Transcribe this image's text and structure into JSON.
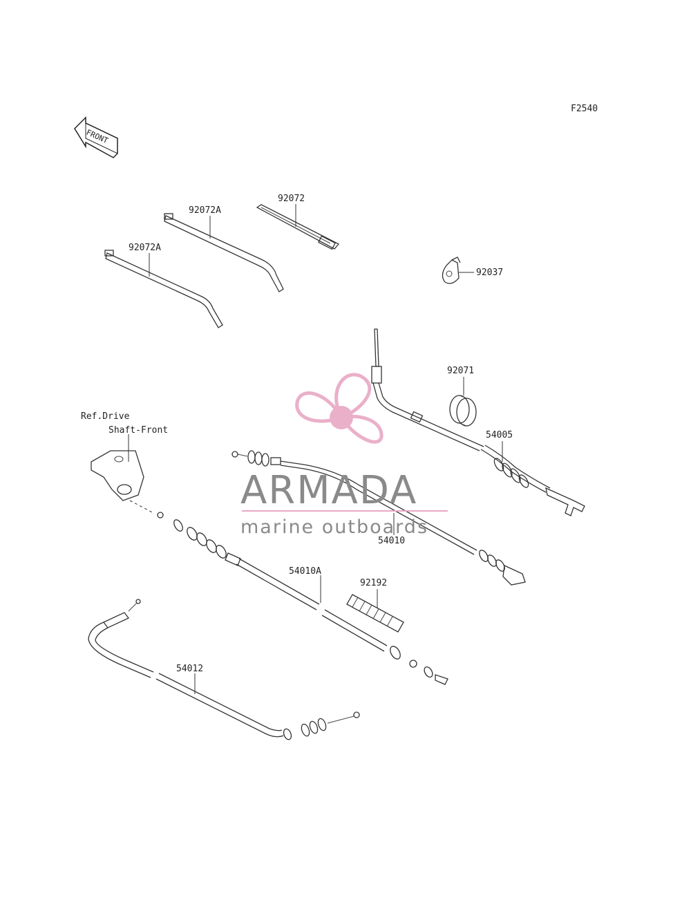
{
  "figure_code": "F2540",
  "front_arrow": {
    "text": "FRONT"
  },
  "reference_note": {
    "line1": "Ref.Drive",
    "line2": "Shaft-Front"
  },
  "parts": {
    "p92072": "92072",
    "p92072A_upper": "92072A",
    "p92072A_lower": "92072A",
    "p92037": "92037",
    "p92071": "92071",
    "p54005": "54005",
    "p54010": "54010",
    "p54010A": "54010A",
    "p92192": "92192",
    "p54012": "54012"
  },
  "watermark": {
    "brand": "ARMADA",
    "tagline": "marine outboards",
    "brand_color": "#8a8a8a",
    "logo_color": "#e8a8c4",
    "icon": "propeller-logo"
  }
}
